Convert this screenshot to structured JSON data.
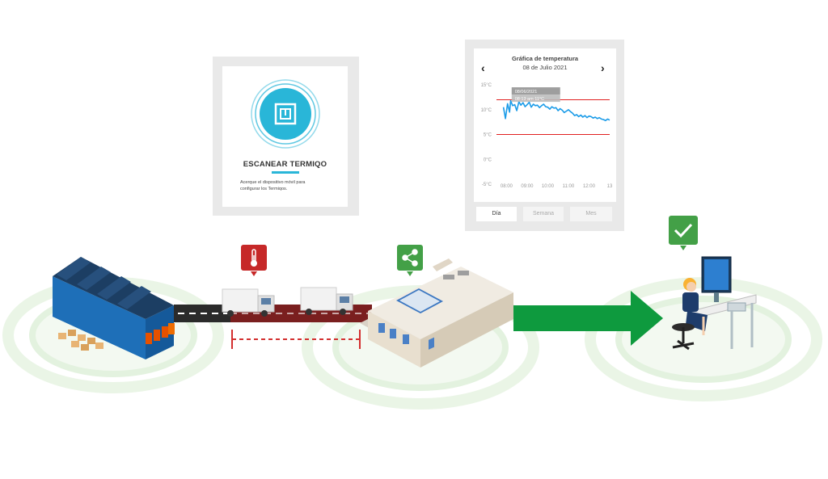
{
  "scan_card": {
    "title": "ESCANEAR TERMIQO",
    "description_line1": "Acerque el dispositivo móvil para",
    "description_line2": "configurar los Termiqos.",
    "accent_color": "#29b6d8",
    "icon": "nfc-scan-icon"
  },
  "temp_card": {
    "title": "Gráfica de temperatura",
    "date": "08 de Julio 2021",
    "prev_icon": "chevron-left-icon",
    "next_icon": "chevron-right-icon",
    "tooltip_line1": "08/06/2021",
    "tooltip_line2": "08:13 am 11°C",
    "tabs": [
      {
        "label": "Día",
        "active": true
      },
      {
        "label": "Semana",
        "active": false
      },
      {
        "label": "Mes",
        "active": false
      }
    ]
  },
  "chart_data": {
    "type": "line",
    "title": "Gráfica de temperatura",
    "subtitle": "08 de Julio 2021",
    "y_ticks": [
      "15°C",
      "10°C",
      "5°C",
      "0°C",
      "-5°C"
    ],
    "y_tick_values": [
      15,
      10,
      5,
      0,
      -5
    ],
    "x_ticks": [
      "08:00",
      "09:00",
      "10:00",
      "11:00",
      "12:00",
      "13"
    ],
    "x_tick_values": [
      8,
      9,
      10,
      11,
      12,
      13
    ],
    "ylim": [
      -5,
      15
    ],
    "xlim": [
      7.75,
      13
    ],
    "thresholds": [
      12,
      5
    ],
    "threshold_color": "#e02020",
    "series": [
      {
        "color": "#1a9be8",
        "x": [
          7.85,
          7.95,
          8.05,
          8.15,
          8.2,
          8.3,
          8.4,
          8.5,
          8.6,
          8.7,
          8.8,
          8.9,
          9.0,
          9.1,
          9.2,
          9.3,
          9.4,
          9.5,
          9.6,
          9.7,
          9.8,
          9.9,
          10.0,
          10.1,
          10.2,
          10.3,
          10.4,
          10.5,
          10.6,
          10.7,
          10.8,
          10.9,
          11.0,
          11.1,
          11.2,
          11.3,
          11.4,
          11.5,
          11.6,
          11.7,
          11.8,
          11.9,
          12.0,
          12.1,
          12.2,
          12.3,
          12.4,
          12.5,
          12.6,
          12.7,
          12.8,
          12.9,
          13.0
        ],
        "y": [
          10.5,
          8.2,
          11.2,
          9.5,
          11.8,
          10.8,
          11.0,
          9.8,
          11.6,
          10.9,
          11.4,
          10.6,
          11.0,
          11.5,
          10.5,
          11.1,
          10.8,
          10.9,
          10.4,
          10.8,
          11.1,
          10.6,
          10.5,
          10.1,
          10.6,
          10.3,
          10.4,
          9.8,
          10.2,
          9.9,
          9.4,
          9.7,
          10.0,
          9.6,
          9.3,
          8.8,
          9.0,
          8.6,
          8.9,
          8.5,
          8.8,
          8.4,
          8.7,
          8.6,
          8.3,
          8.5,
          8.2,
          8.4,
          8.1,
          8.0,
          7.8,
          8.1,
          7.9
        ]
      }
    ],
    "grid": false
  },
  "badges": {
    "thermometer": {
      "icon": "thermometer-icon",
      "color": "#c62828"
    },
    "share": {
      "icon": "share-icon",
      "color": "#43a047"
    },
    "check": {
      "icon": "check-icon",
      "color": "#43a047"
    }
  },
  "scene": {
    "warehouse_icon": "warehouse-icon",
    "truck_icon": "truck-icon",
    "store_icon": "store-building-icon",
    "user_icon": "user-at-desk-icon",
    "road_color": "#2b2b2b",
    "road_alert_color": "#7a1f1f",
    "arrow_color": "#0e9a3e"
  }
}
